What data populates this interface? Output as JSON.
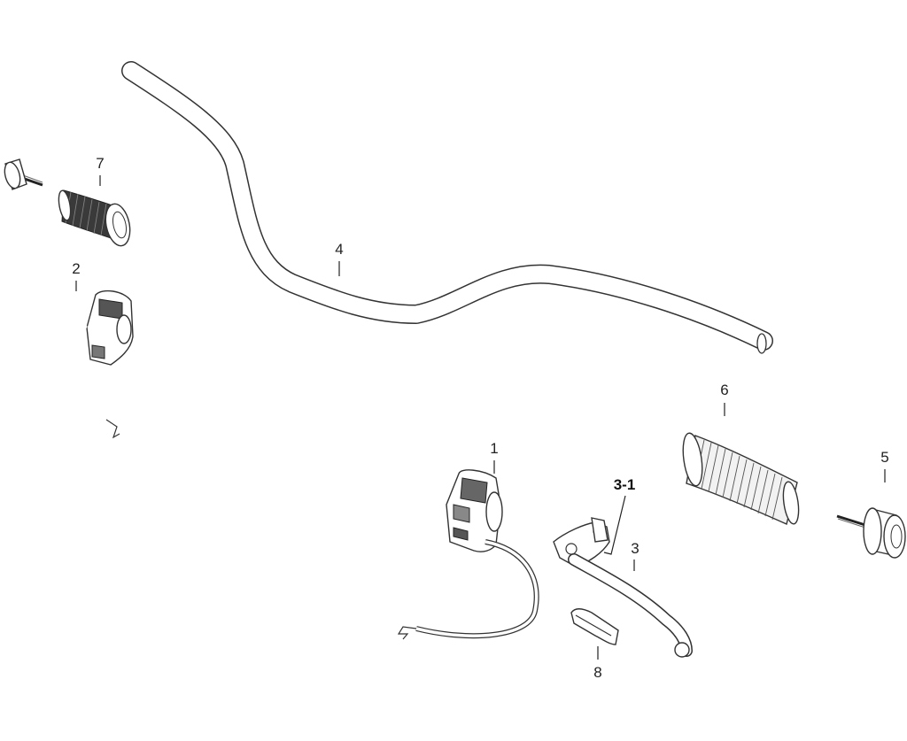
{
  "callouts": {
    "c1": "1",
    "c2": "2",
    "c3": "3",
    "c3_1": "3-1",
    "c4": "4",
    "c5": "5",
    "c6": "6",
    "c7": "7",
    "c8": "8"
  }
}
